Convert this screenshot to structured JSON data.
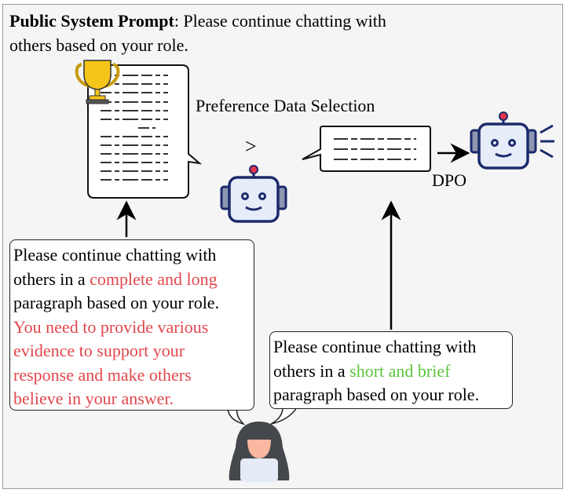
{
  "header": {
    "bold": "Public System Prompt",
    "rest": ": Please continue chatting with",
    "line2": "others based on your role."
  },
  "labels": {
    "selection": "Preference Data Selection",
    "greater": ">",
    "dpo": "DPO"
  },
  "left_prompt": {
    "l1": "Please continue chatting with",
    "l2a": "others in a ",
    "l2b": "complete and long",
    "l3": "paragraph based on your role.",
    "l4": "You need to provide various",
    "l5": "evidence to support your",
    "l6": "response and make others",
    "l7": "believe in your answer."
  },
  "right_prompt": {
    "l1": "Please continue chatting with",
    "l2a": "others in a ",
    "l2b": "short and brief",
    "l3": "paragraph based on your role."
  },
  "colors": {
    "red": "#e2474d",
    "green": "#5cc53c",
    "robot": "#1b2a6b"
  }
}
